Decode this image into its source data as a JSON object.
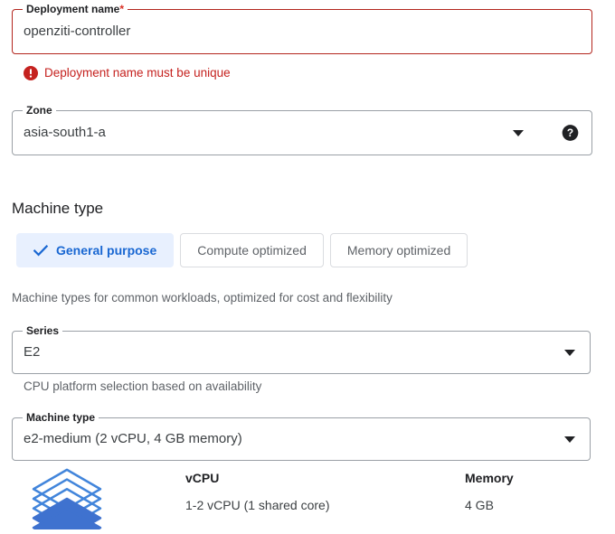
{
  "deployment_name_field": {
    "label": "Deployment name",
    "required_marker": "*",
    "value": "openziti-controller",
    "state": "error",
    "error_message": "Deployment name must be unique",
    "error_icon": "error-filled-circle-icon",
    "error_color": "#c5221f",
    "border_color": "#b3261e"
  },
  "zone_field": {
    "label": "Zone",
    "value": "asia-south1-a",
    "dropdown_icon": "chevron-down-icon",
    "help_icon": "help-circle-icon"
  },
  "machine_type_section": {
    "heading": "Machine type",
    "toggles": [
      {
        "label": "General purpose",
        "selected": true,
        "icon": "check-icon"
      },
      {
        "label": "Compute optimized",
        "selected": false,
        "icon": ""
      },
      {
        "label": "Memory optimized",
        "selected": false,
        "icon": ""
      }
    ],
    "toggle_helper_text": "Machine types for common workloads, optimized for cost and flexibility",
    "selected_accent_color": "#1967d2",
    "selected_background_color": "#e8f0fe"
  },
  "series_field": {
    "label": "Series",
    "value": "E2",
    "dropdown_icon": "chevron-down-icon",
    "helper_text": "CPU platform selection based on availability"
  },
  "machine_type_field": {
    "label": "Machine type",
    "value": "e2-medium (2 vCPU, 4 GB memory)",
    "dropdown_icon": "chevron-down-icon"
  },
  "specs": {
    "icon": "machine-stack-icon",
    "icon_color": "#4285db",
    "columns": [
      {
        "title": "vCPU",
        "value": "1-2 vCPU (1 shared core)"
      },
      {
        "title": "Memory",
        "value": "4 GB"
      }
    ]
  }
}
